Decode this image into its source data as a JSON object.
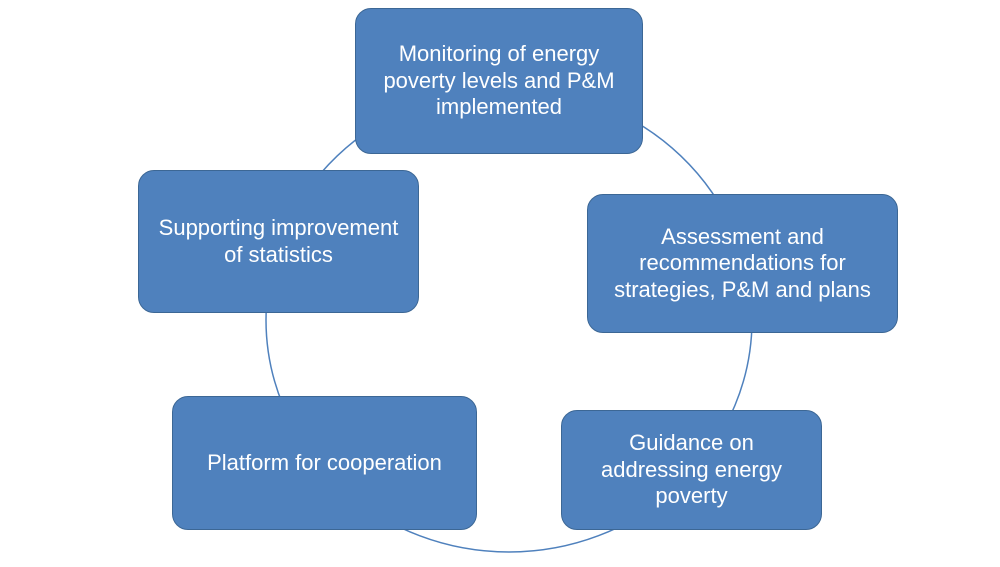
{
  "diagram": {
    "type": "cycle",
    "colors": {
      "node_fill": "#4f81bd",
      "node_border": "#3c6795",
      "node_text": "#ffffff",
      "connector": "#4f81bd"
    },
    "nodes": [
      {
        "id": "monitoring",
        "label": "Monitoring of energy poverty levels and P&M implemented"
      },
      {
        "id": "assessment",
        "label": "Assessment and recommendations for strategies, P&M and plans"
      },
      {
        "id": "guidance",
        "label": "Guidance on addressing energy poverty"
      },
      {
        "id": "platform",
        "label": "Platform for cooperation"
      },
      {
        "id": "statistics",
        "label": "Supporting improvement of statistics"
      }
    ]
  }
}
